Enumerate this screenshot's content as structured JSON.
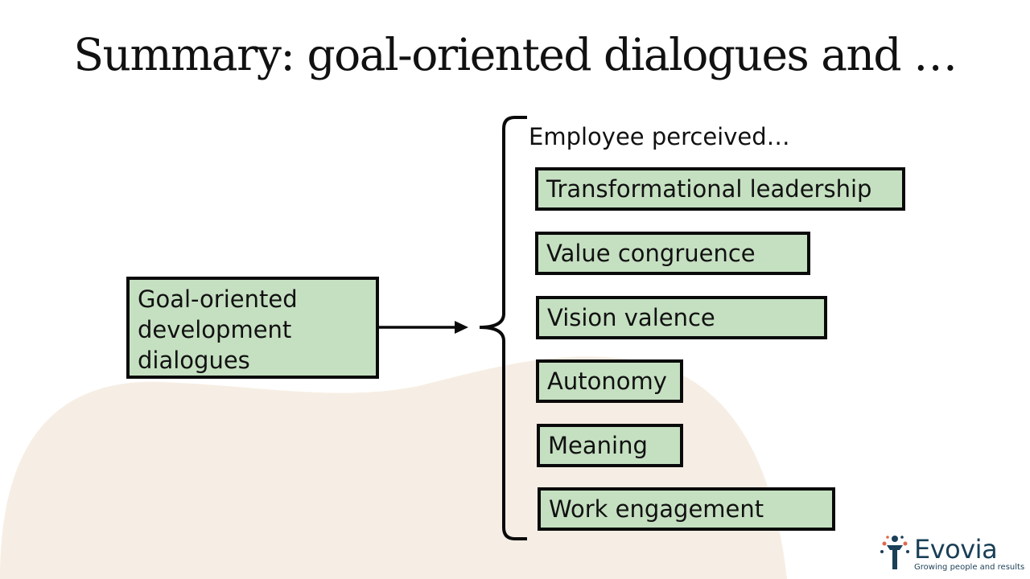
{
  "slide": {
    "title": "Summary: goal-oriented dialogues and …",
    "colors": {
      "box_fill": "#c5e0c1",
      "box_border": "#0a0a0a",
      "background_wave": "#f6eee4",
      "logo_text": "#1a3f57",
      "logo_accent": "#e2674a"
    }
  },
  "diagram": {
    "source": {
      "lines": [
        "Goal-oriented",
        "development",
        "dialogues"
      ]
    },
    "group_label": "Employee perceived…",
    "outcomes": [
      "Transformational leadership",
      "Value congruence",
      "Vision valence",
      "Autonomy",
      "Meaning",
      "Work engagement"
    ]
  },
  "logo": {
    "name": "Evovia",
    "tagline": "Growing people and results",
    "icon": "people-figure-icon"
  }
}
